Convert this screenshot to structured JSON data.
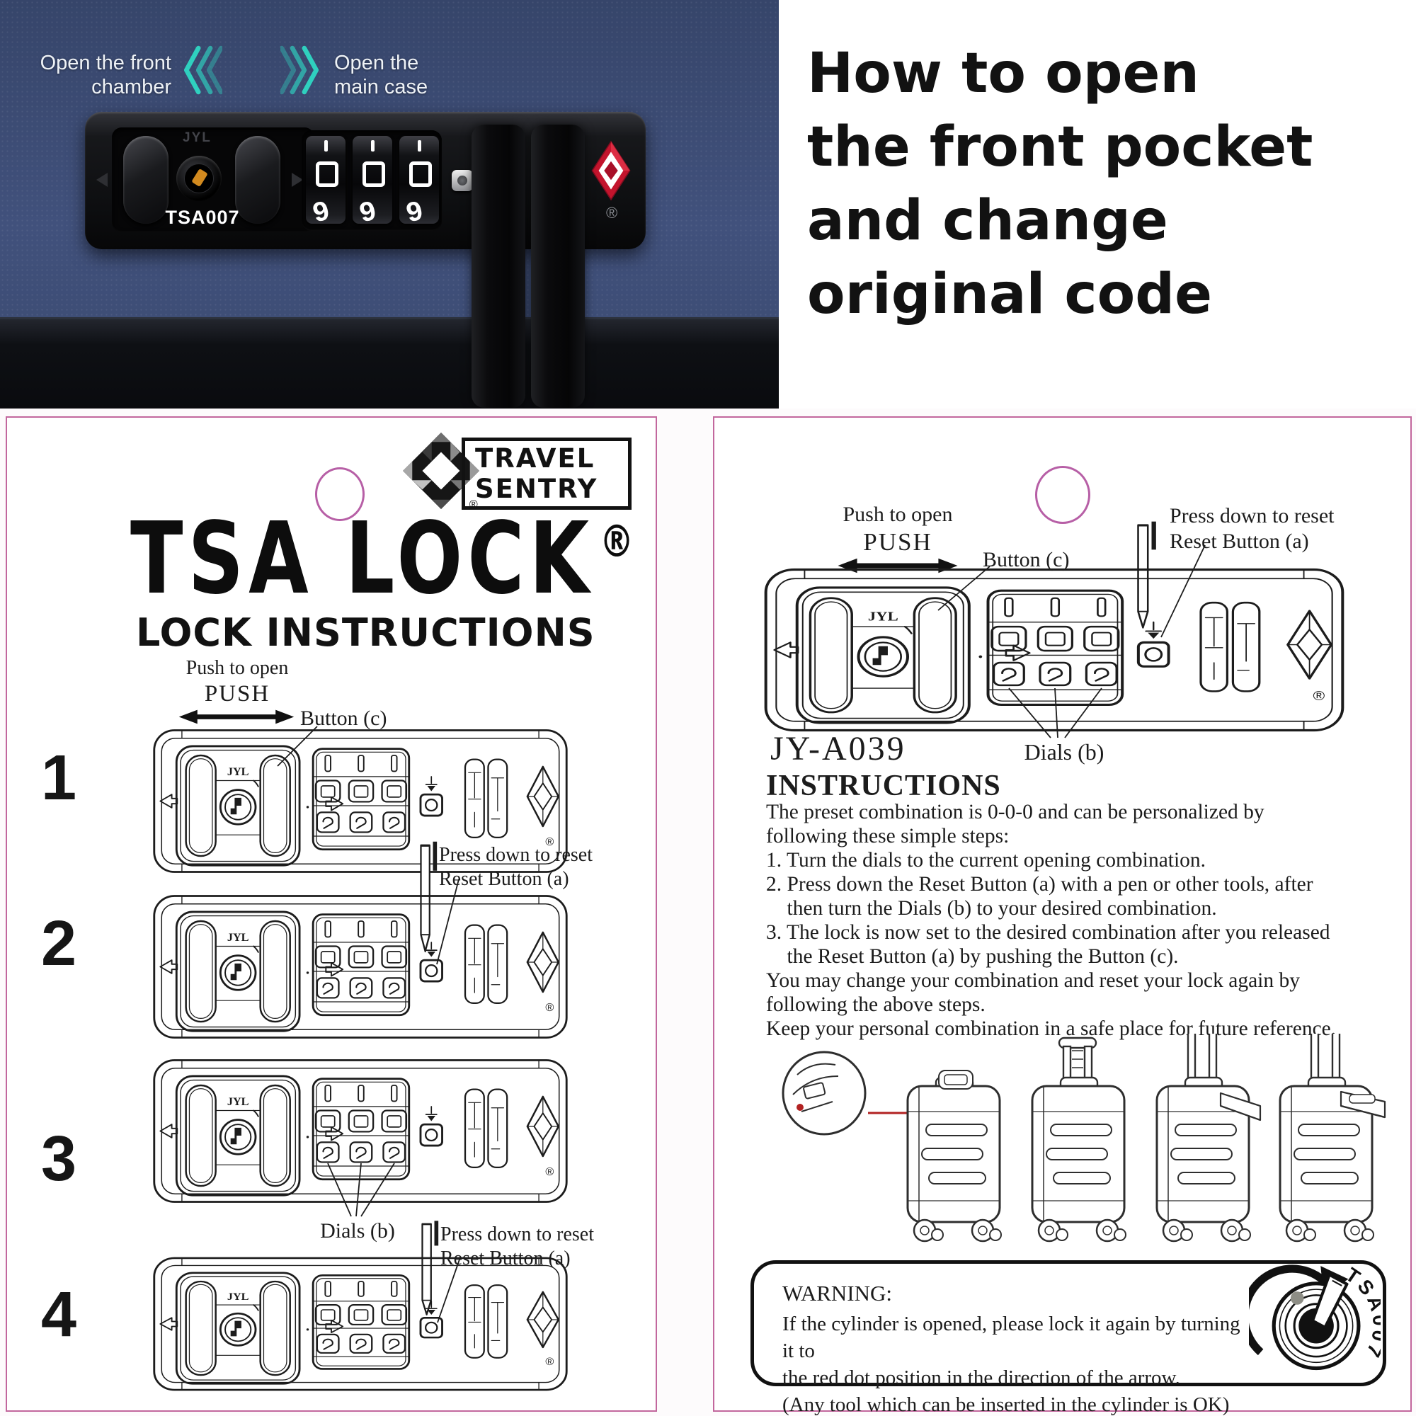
{
  "labels": {
    "jyl": "JYL",
    "reg": "®",
    "push_to_open": "Push to open",
    "push": "PUSH",
    "button_c": "Button (c)",
    "press_down": "Press down to reset",
    "reset_button": "Reset Button (a)",
    "dials_b": "Dials (b)"
  },
  "photo": {
    "front_label_line1": "Open the front",
    "front_label_line2": "chamber",
    "main_label_line1": "Open the",
    "main_label_line2": "main case",
    "lock_model": "TSA007",
    "dial_digits": [
      "0",
      "0",
      "0"
    ],
    "dial_next_digit": "9"
  },
  "headline": {
    "lines": [
      "How to open",
      "the front pocket",
      "and change",
      "original code"
    ]
  },
  "left_panel": {
    "brand": {
      "line1": "TRAVEL",
      "line2": "SENTRY"
    },
    "title": "TSA LOCK",
    "subtitle": "LOCK INSTRUCTIONS",
    "step_numbers": [
      "1",
      "2",
      "3",
      "4"
    ]
  },
  "right_panel": {
    "model": "JY-A039",
    "instructions_title": "INSTRUCTIONS",
    "instructions": [
      "The preset combination is 0-0-0 and can be personalized by",
      "following these simple steps:",
      "1. Turn the dials to the current opening combination.",
      "2. Press down the Reset Button (a) with a pen or other tools, after",
      "    then turn the Dials (b) to your desired combination.",
      "3. The lock is now set to the desired combination after you released",
      "    the Reset Button (a) by pushing the Button (c).",
      "You may change your combination and reset your lock again by",
      "following the above steps.",
      "Keep your personal combination in a safe place for future reference."
    ],
    "warning_title": "WARNING:",
    "warning_lines": [
      "If the cylinder is opened, please lock it again by turning it to",
      "the red dot position in the direction of the arrow.",
      "(Any tool which can be inserted in the cylinder is OK)"
    ],
    "cylinder_text": "TSA007"
  },
  "colors": {
    "accent_pink": "#c2679d",
    "tsa_red": "#c3142d",
    "chevron_teal": "#2fd0bf",
    "photo_blue": "#3d4c70",
    "ink": "#1c1c1c"
  }
}
